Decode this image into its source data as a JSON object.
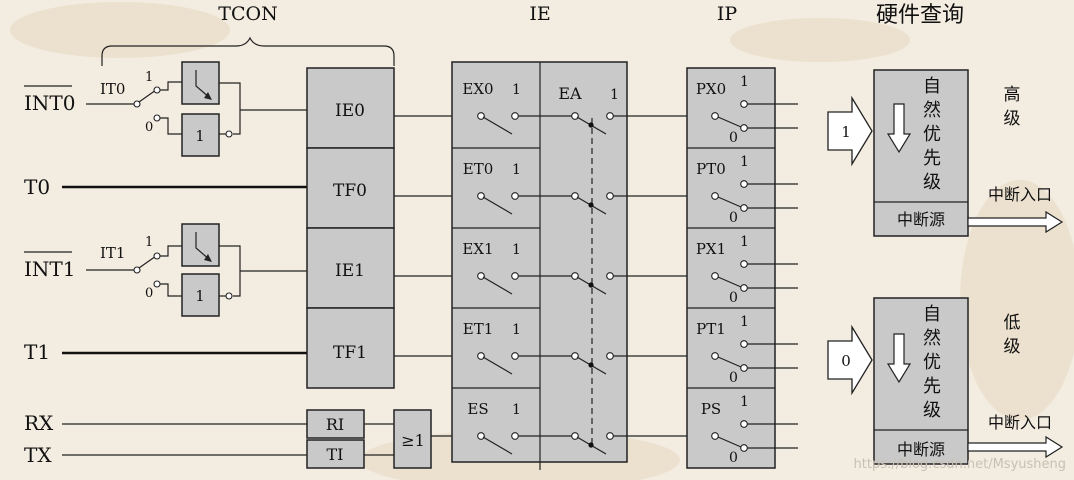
{
  "headers": {
    "tcon": "TCON",
    "ie": "IE",
    "ip": "IP",
    "hw": "硬件查询"
  },
  "inputs": {
    "int0": "INT0",
    "t0": "T0",
    "int1": "INT1",
    "t1": "T1",
    "rx": "RX",
    "tx": "TX"
  },
  "it_labels": {
    "it0": "IT0",
    "it1": "IT1"
  },
  "one": "1",
  "zero": "0",
  "tcon_cells": [
    "IE0",
    "TF0",
    "IE1",
    "TF1"
  ],
  "ri": "RI",
  "ti": "TI",
  "or_gate": "≥1",
  "ie_switches": [
    "EX0",
    "ET0",
    "EX1",
    "ET1",
    "ES"
  ],
  "ea": "EA",
  "ip_switches": [
    "PX0",
    "PT0",
    "PX1",
    "PT1",
    "PS"
  ],
  "queue_chars": [
    "自",
    "然",
    "优",
    "先",
    "级"
  ],
  "source_label": "中断源",
  "high_label": [
    "高",
    "级"
  ],
  "low_label": [
    "低",
    "级"
  ],
  "entry_label": "中断入口",
  "watermark": "https://blog.csdn.net/Msyusheng"
}
